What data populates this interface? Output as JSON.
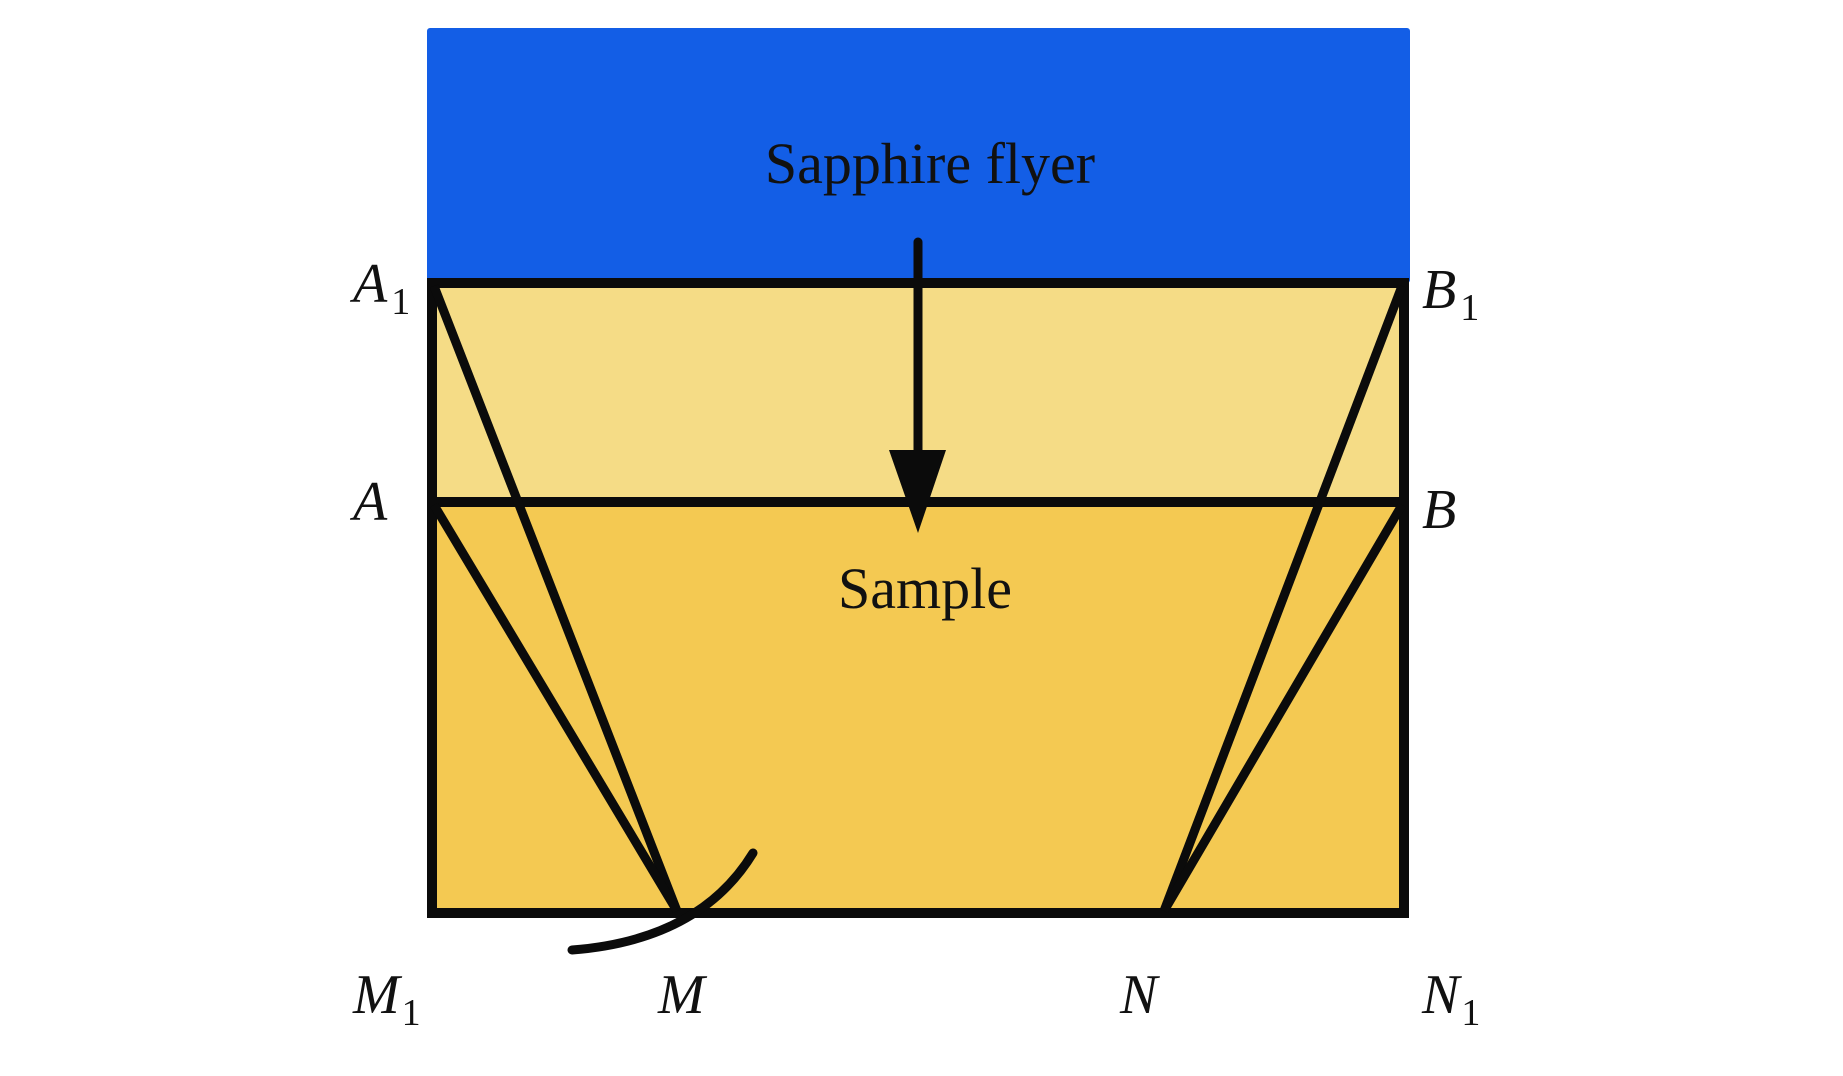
{
  "colors": {
    "flyer": "#135ee6",
    "compressed_band": "#f5dc86",
    "sample": "#f4c952",
    "stroke": "#0b0b0b"
  },
  "regions": {
    "flyer_label": "Sapphire flyer",
    "sample_label": "Sample"
  },
  "points": {
    "A1": {
      "main": "A",
      "sub": "1"
    },
    "B1": {
      "main": "B",
      "sub": "1"
    },
    "A": {
      "main": "A",
      "sub": ""
    },
    "B": {
      "main": "B",
      "sub": ""
    },
    "M1": {
      "main": "M",
      "sub": "1"
    },
    "M": {
      "main": "M",
      "sub": ""
    },
    "N": {
      "main": "N",
      "sub": ""
    },
    "N1": {
      "main": "N",
      "sub": "1"
    }
  },
  "arrow": {
    "meaning": "impact-direction",
    "direction": "down"
  }
}
